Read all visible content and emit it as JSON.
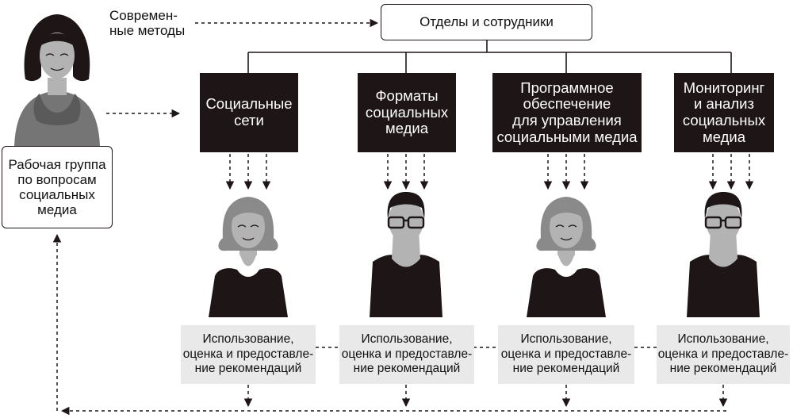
{
  "top_box": {
    "label": "Отделы и сотрудники"
  },
  "modern_methods": {
    "label": "Современ-\nные методы"
  },
  "working_group": {
    "label": "Рабочая группа\nпо вопросам\nсоциальных\nмедиа"
  },
  "departments": [
    {
      "title": "Социальные\nсети",
      "person": "woman",
      "result": "Использование,\nоценка и предоставле-\nние рекомендаций"
    },
    {
      "title": "Форматы\nсоциальных\nмедиа",
      "person": "man",
      "result": "Использование,\nоценка и предоставле-\nние рекомендаций"
    },
    {
      "title": "Программное\nобеспечение\nдля управления\nсоциальными медиа",
      "person": "woman",
      "result": "Использование,\nоценка и предоставле-\nние рекомендаций"
    },
    {
      "title": "Мониторинг\nи анализ\nсоциальных\nмедиа",
      "person": "man",
      "result": "Использование,\nоценка и предоставле-\nние рекомендаций"
    }
  ],
  "colors": {
    "dark": "#1e1616",
    "light_box": "#e9e9e9",
    "hair_dark": "#1e1616",
    "skin": "#b3b3b3",
    "hair_gray": "#8a8a8a",
    "torso_gray": "#757575"
  }
}
